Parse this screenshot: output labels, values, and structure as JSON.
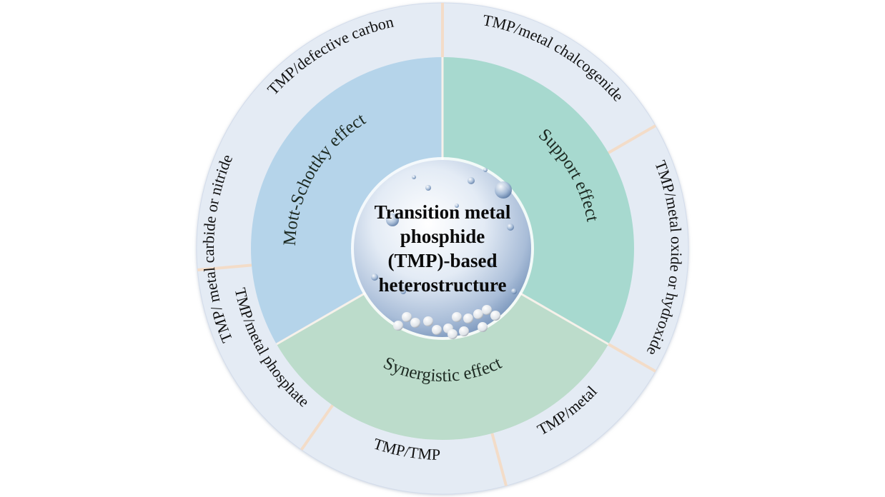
{
  "center": {
    "lines": [
      "Transition metal",
      "phosphide",
      "(TMP)-based",
      "heterostructure"
    ]
  },
  "middle_ring": [
    {
      "label": "Mott-Schottky effect",
      "color": "#b5d4ea"
    },
    {
      "label": "Support effect",
      "color": "#a7d9cf"
    },
    {
      "label": "Synergistic effect",
      "color": "#bcdccb"
    }
  ],
  "outer_ring": [
    {
      "label": "TMP/defective carbon"
    },
    {
      "label": "TMP/metal chalcogenide"
    },
    {
      "label": "TMP/metal oxide or hydroxide"
    },
    {
      "label": "TMP/metal"
    },
    {
      "label": "TMP/TMP"
    },
    {
      "label": "TMP/metal phosphate"
    },
    {
      "label": "TMP/ metal carbide or nitride"
    }
  ],
  "colors": {
    "outer_ring": "#e4ebf4",
    "outer_divider": "#f3dcc8",
    "middle_divider": "#f6f1ea",
    "sphere_highlight": "#ffffff",
    "sphere_shadow": "#6f8db5"
  }
}
